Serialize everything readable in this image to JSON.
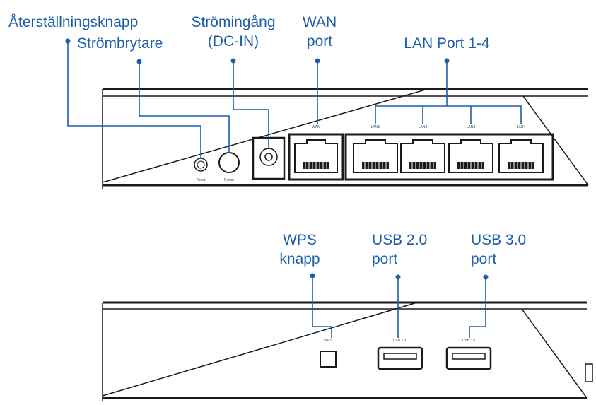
{
  "callouts": {
    "reset": "Återställningsknapp",
    "power_switch": "Strömbrytare",
    "power_in_line1": "Strömingång",
    "power_in_line2": "(DC-IN)",
    "wan_line1": "WAN",
    "wan_line2": "port",
    "lan": "LAN Port 1-4",
    "wps_line1": "WPS",
    "wps_line2": "knapp",
    "usb2_line1": "USB 2.0",
    "usb2_line2": "port",
    "usb3_line1": "USB 3.0",
    "usb3_line2": "port"
  },
  "port_labels": {
    "wan": "WAN",
    "lan1": "LAN1",
    "lan2": "LAN2",
    "lan3": "LAN3",
    "lan4": "LAN4",
    "reset": "Reset",
    "power": "Power",
    "wps": "WPS",
    "usb2": "USB 2.0",
    "usb3": "USB 3.0"
  },
  "colors": {
    "callout": "#1c5fa8",
    "device_outline": "#1a1a1a"
  }
}
